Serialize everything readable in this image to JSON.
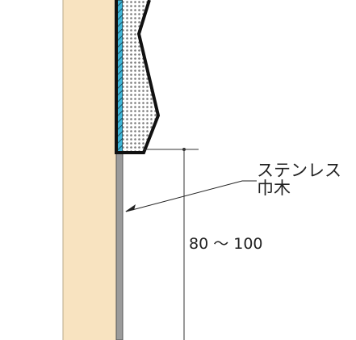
{
  "labels": {
    "material_line1": "ステンレス",
    "material_line2": "巾木",
    "dimension": "80 ～ 100"
  },
  "colors": {
    "wall": "#f8e3c0",
    "wall_edge": "#9a9a9a",
    "baseboard": "#9b9b9b",
    "tile_blue": "#3fb6d8",
    "mortar_dots": "#7a7a7a",
    "outline": "#111111",
    "leader": "#222222"
  }
}
